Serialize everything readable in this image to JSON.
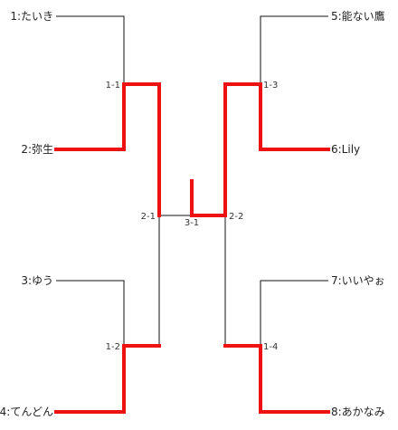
{
  "players": [
    {
      "id": "p1",
      "label": "1:たいき",
      "side": "left"
    },
    {
      "id": "p2",
      "label": "2:弥生",
      "side": "left"
    },
    {
      "id": "p3",
      "label": "3:ゆう",
      "side": "left"
    },
    {
      "id": "p4",
      "label": "4:てんどん",
      "side": "left"
    },
    {
      "id": "p5",
      "label": "5:能ない鷹",
      "side": "right"
    },
    {
      "id": "p6",
      "label": "6:Lily",
      "side": "right"
    },
    {
      "id": "p7",
      "label": "7:いいやぉ",
      "side": "right"
    },
    {
      "id": "p8",
      "label": "8:あかなみ",
      "side": "right"
    }
  ],
  "matches": [
    {
      "id": "m11",
      "label": "1-1"
    },
    {
      "id": "m12",
      "label": "1-2"
    },
    {
      "id": "m13",
      "label": "1-3"
    },
    {
      "id": "m14",
      "label": "1-4"
    },
    {
      "id": "m21",
      "label": "2-1"
    },
    {
      "id": "m22",
      "label": "2-2"
    },
    {
      "id": "m31",
      "label": "3-1"
    }
  ],
  "colors": {
    "winner_line": "#ee1111",
    "normal_line": "#111111",
    "text": "#222222"
  }
}
